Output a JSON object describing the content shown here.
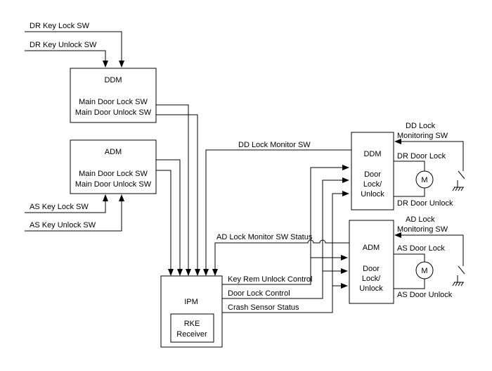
{
  "inputs": {
    "dr_key_lock": "DR Key Lock SW",
    "dr_key_unlock": "DR Key Unlock SW",
    "as_key_lock": "AS Key Lock SW",
    "as_key_unlock": "AS Key Unlock SW"
  },
  "ddm_left": {
    "title": "DDM",
    "line1": "Main Door Lock SW",
    "line2": "Main Door Unlock SW"
  },
  "adm_left": {
    "title": "ADM",
    "line1": "Main Door Lock SW",
    "line2": "Main Door Unlock SW"
  },
  "ipm": {
    "title": "IPM",
    "receiver_line1": "RKE",
    "receiver_line2": "Receiver"
  },
  "ddm_right": {
    "title": "DDM",
    "sub1": "Door",
    "sub2": "Lock/",
    "sub3": "Unlock"
  },
  "adm_right": {
    "title": "ADM",
    "sub1": "Door",
    "sub2": "Lock/",
    "sub3": "Unlock"
  },
  "signals": {
    "dd_lock_monitor": "DD Lock Monitor SW",
    "ad_lock_monitor_status": "AD Lock Monitor SW Status",
    "key_rem_unlock_control": "Key Rem Unlock Control",
    "door_lock_control": "Door Lock Control",
    "crash_sensor_status": "Crash Sensor Status"
  },
  "dr_side": {
    "monitoring_line1": "DD Lock",
    "monitoring_line2": "Monitoring SW",
    "door_lock": "DR Door Lock",
    "door_unlock": "DR Door Unlock"
  },
  "as_side": {
    "monitoring_line1": "AD Lock",
    "monitoring_line2": "Monitoring SW",
    "door_lock": "AS Door Lock",
    "door_unlock": "AS Door Unlock"
  },
  "motor_symbol": "M"
}
